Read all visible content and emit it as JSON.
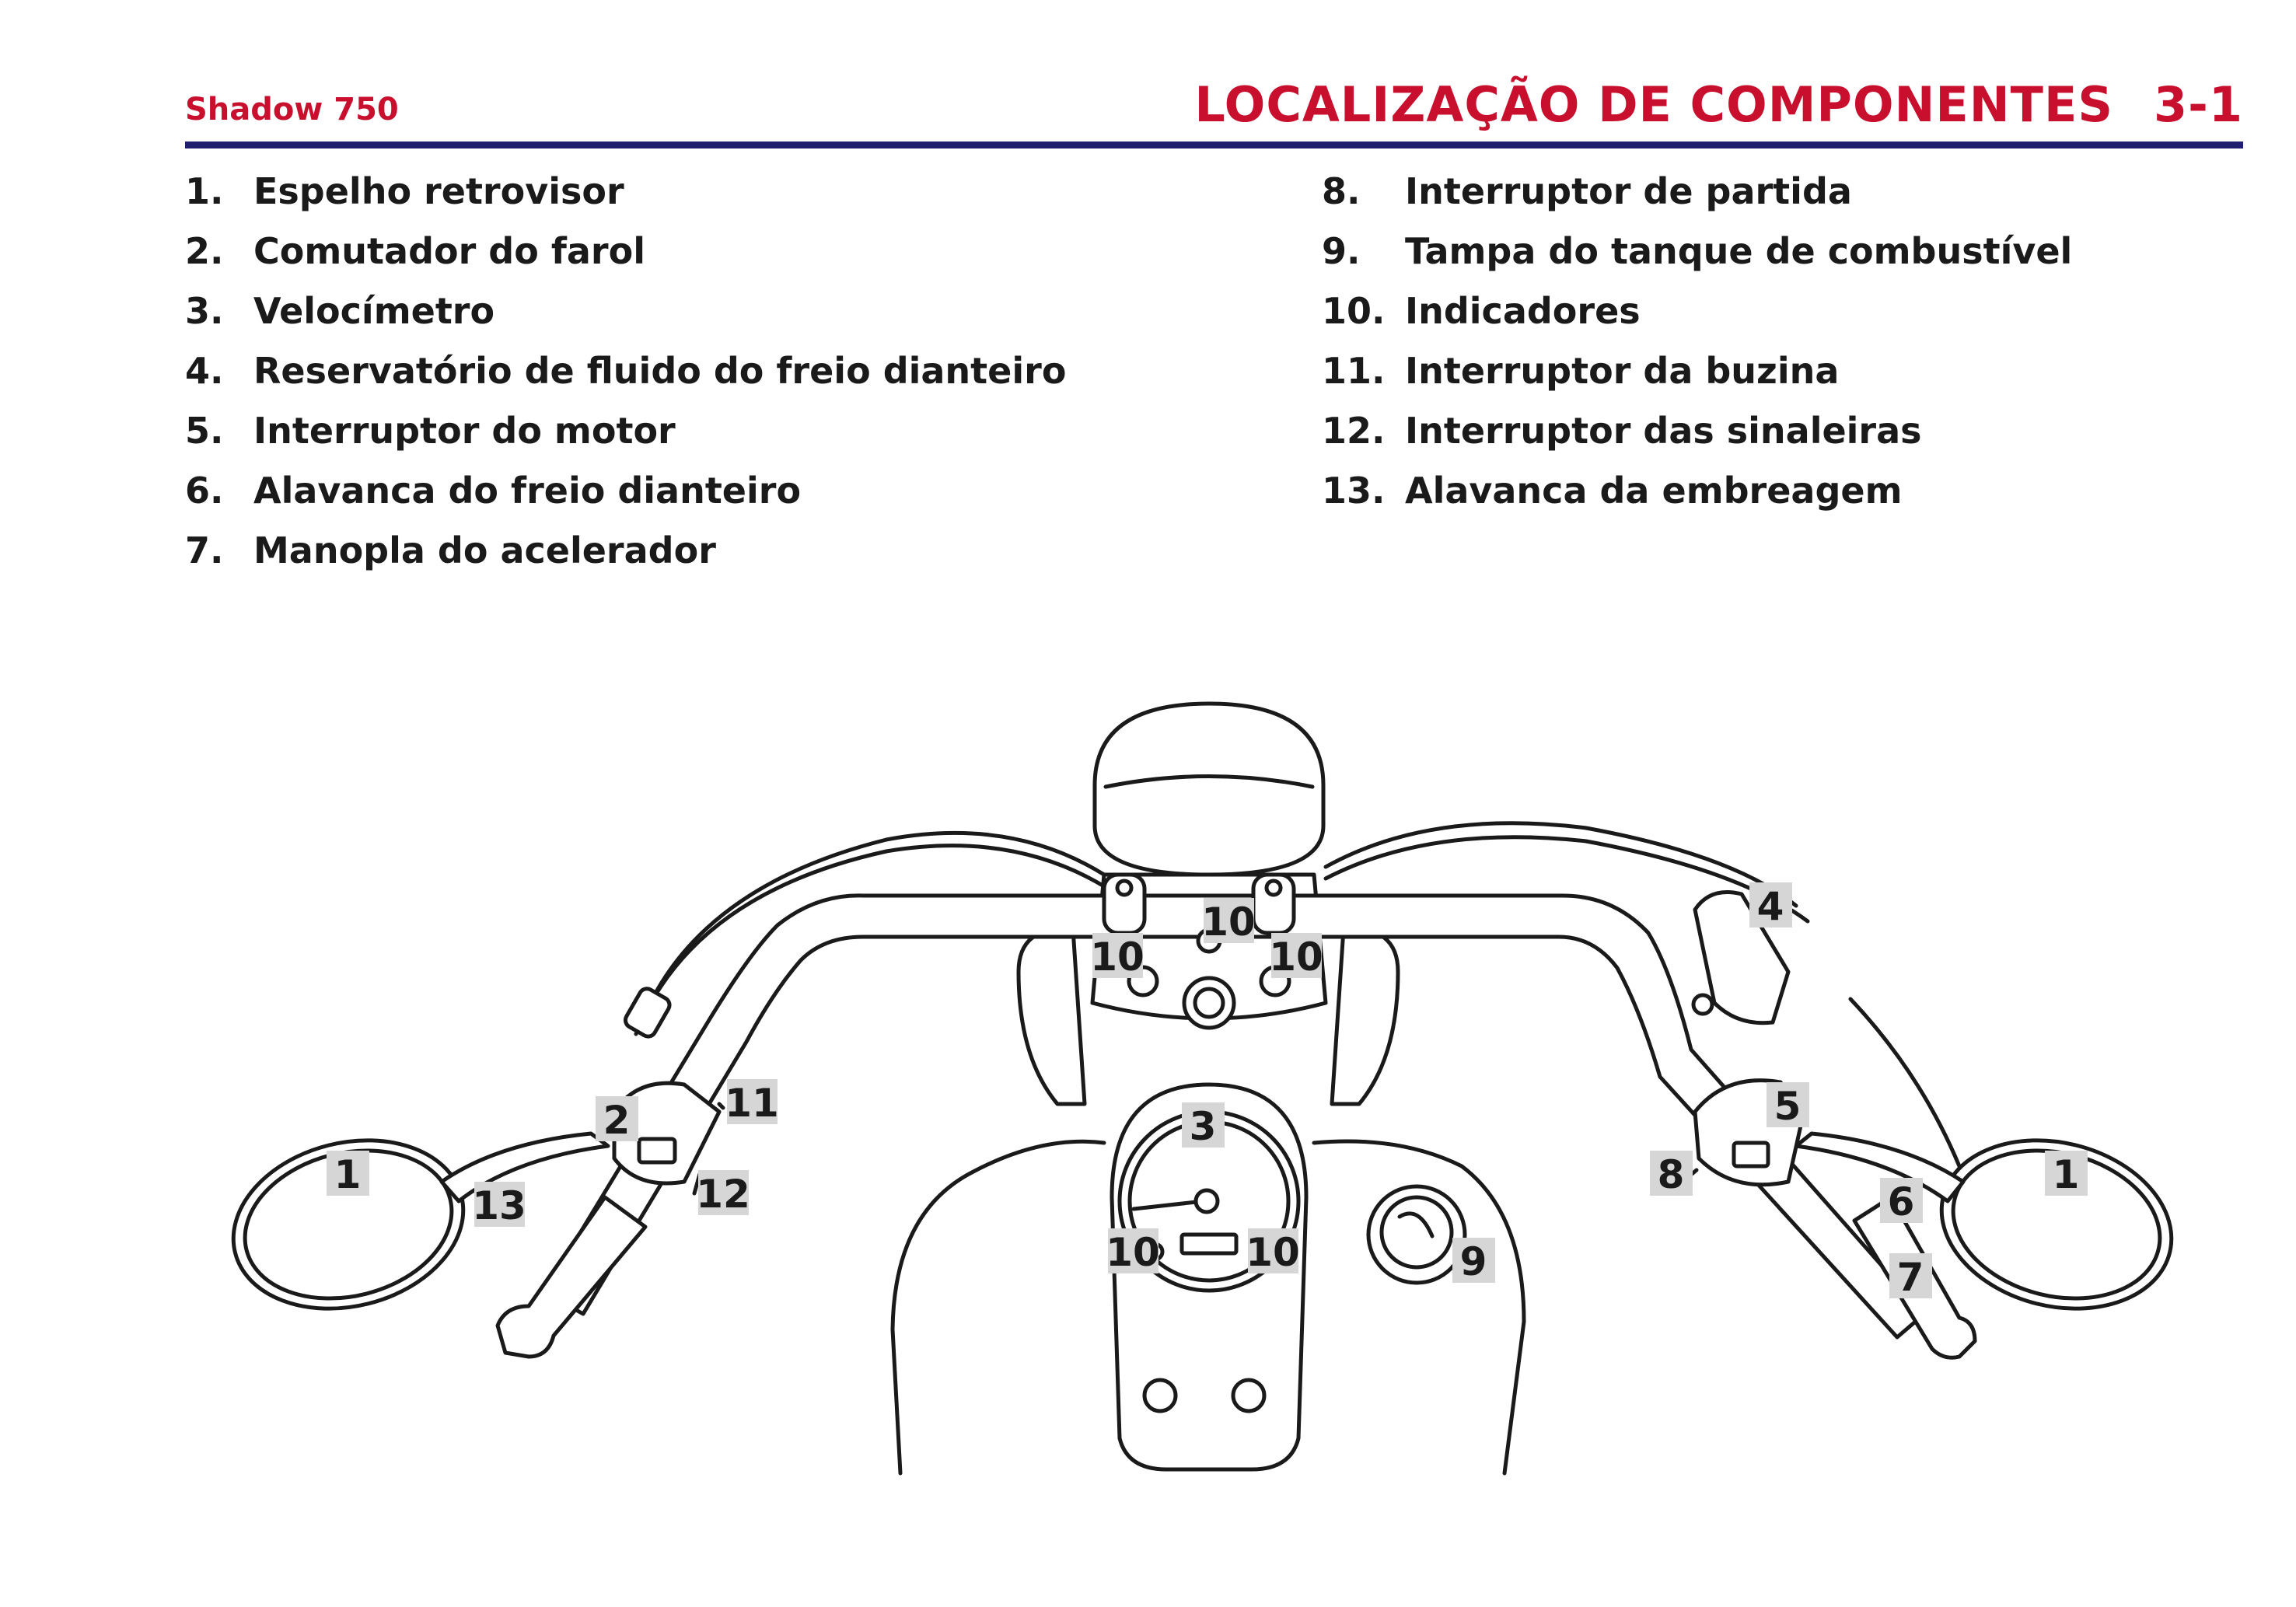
{
  "header": {
    "model": "Shadow 750",
    "section_title": "LOCALIZAÇÃO DE COMPONENTES",
    "page_number": "3-1"
  },
  "colors": {
    "accent_red": "#c8102e",
    "rule_navy": "#1f1f6e",
    "callout_gray": "#d6d6d6"
  },
  "components_left": [
    {
      "num": "1.",
      "name": "Espelho retrovisor"
    },
    {
      "num": "2.",
      "name": "Comutador do farol"
    },
    {
      "num": "3.",
      "name": "Velocímetro"
    },
    {
      "num": "4.",
      "name": "Reservatório de fluido do freio dianteiro"
    },
    {
      "num": "5.",
      "name": "Interruptor do motor"
    },
    {
      "num": "6.",
      "name": "Alavanca do freio dianteiro"
    },
    {
      "num": "7.",
      "name": "Manopla do acelerador"
    }
  ],
  "components_right": [
    {
      "num": "8.",
      "name": "Interruptor de partida"
    },
    {
      "num": "9.",
      "name": "Tampa do tanque de combustível"
    },
    {
      "num": "10.",
      "name": "Indicadores"
    },
    {
      "num": "11.",
      "name": "Interruptor da buzina"
    },
    {
      "num": "12.",
      "name": "Interruptor das sinaleiras"
    },
    {
      "num": "13.",
      "name": "Alavanca da embreagem"
    }
  ],
  "callouts": {
    "mirror_left": "1",
    "mirror_right": "1",
    "dimmer_switch": "2",
    "speedometer": "3",
    "brake_reservoir": "4",
    "engine_stop_switch": "5",
    "brake_lever": "6",
    "throttle_grip": "7",
    "start_button": "8",
    "fuel_cap": "9",
    "indicator_top_left": "10",
    "indicator_top_center": "10",
    "indicator_top_right": "10",
    "indicator_gauge_left": "10",
    "indicator_gauge_right": "10",
    "horn_switch": "11",
    "turn_signal_switch": "12",
    "clutch_lever": "13"
  }
}
